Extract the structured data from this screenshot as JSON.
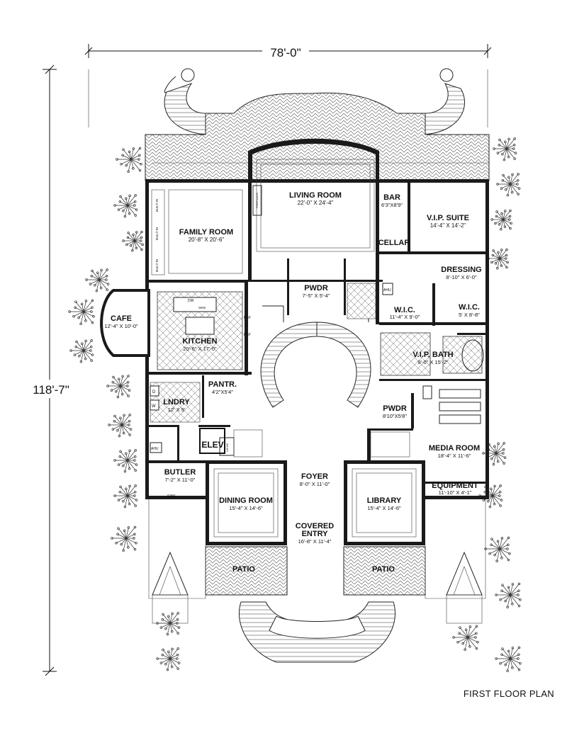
{
  "dimensions": {
    "width": "78'-0\"",
    "depth": "118'-7\""
  },
  "title": "FIRST FLOOR PLAN",
  "rooms": {
    "living": {
      "name": "LIVING ROOM",
      "size": "22'-0\" X 24'-4\""
    },
    "family": {
      "name": "FAMILY ROOM",
      "size": "20'-8\" X 20'-6\""
    },
    "bar": {
      "name": "BAR",
      "size": "6'3\"X8'9\""
    },
    "vip_suite": {
      "name": "V.I.P. SUITE",
      "size": "14'-4\" X 14'-2\""
    },
    "cellar": {
      "name": "CELLAR"
    },
    "dressing": {
      "name": "DRESSING",
      "size": "8'-10\" X 6'-0\""
    },
    "pwdr1": {
      "name": "PWDR",
      "size": "7'-5\" X 5'-4\""
    },
    "wic1": {
      "name": "W.I.C.",
      "size": "11'-4\" X 9'-0\""
    },
    "wic2": {
      "name": "W.I.C.",
      "size": "5' X 8'-8\""
    },
    "cafe": {
      "name": "CAFE",
      "size": "12'-4\" X 10'-0\""
    },
    "kitchen": {
      "name": "KITCHEN",
      "size": "20'-6\" X 17'-0\""
    },
    "vip_bath": {
      "name": "V.I.P. BATH",
      "size": "9'-0\" X 15'-2\""
    },
    "pantry": {
      "name": "PANTR.",
      "size": "4'2\"X5'4\""
    },
    "laundry": {
      "name": "LNDRY",
      "size": "12' X 9'"
    },
    "pwdr2": {
      "name": "PWDR",
      "size": "8'10\"X5'8\""
    },
    "elev": {
      "name": "ELEV"
    },
    "media": {
      "name": "MEDIA ROOM",
      "size": "18'-4\" X 11'-6\""
    },
    "butler": {
      "name": "BUTLER",
      "size": "7'-2\" X 11'-0\""
    },
    "foyer": {
      "name": "FOYER",
      "size": "8'-0\" X 11'-0\""
    },
    "equipment": {
      "name": "EQUIPMENT",
      "size": "11'-10\" X 4'-1\""
    },
    "dining": {
      "name": "DINING ROOM",
      "size": "15'-4\" X 14'-6\""
    },
    "library": {
      "name": "LIBRARY",
      "size": "15'-4\" X 14'-6\""
    },
    "covered_entry": {
      "name": "COVERED",
      "name2": "ENTRY",
      "size": "16'-8\" X 11'-4\""
    },
    "patio_left": {
      "name": "PATIO"
    },
    "patio_right": {
      "name": "PATIO"
    }
  },
  "labels": {
    "built_in": "BUILT-IN",
    "fireplace": "FIREPLACE",
    "niche": "NICHE",
    "ref": "REF",
    "sink": "SINK",
    "ahu": "AHU",
    "dw": "DW",
    "w": "W",
    "d": "D"
  }
}
